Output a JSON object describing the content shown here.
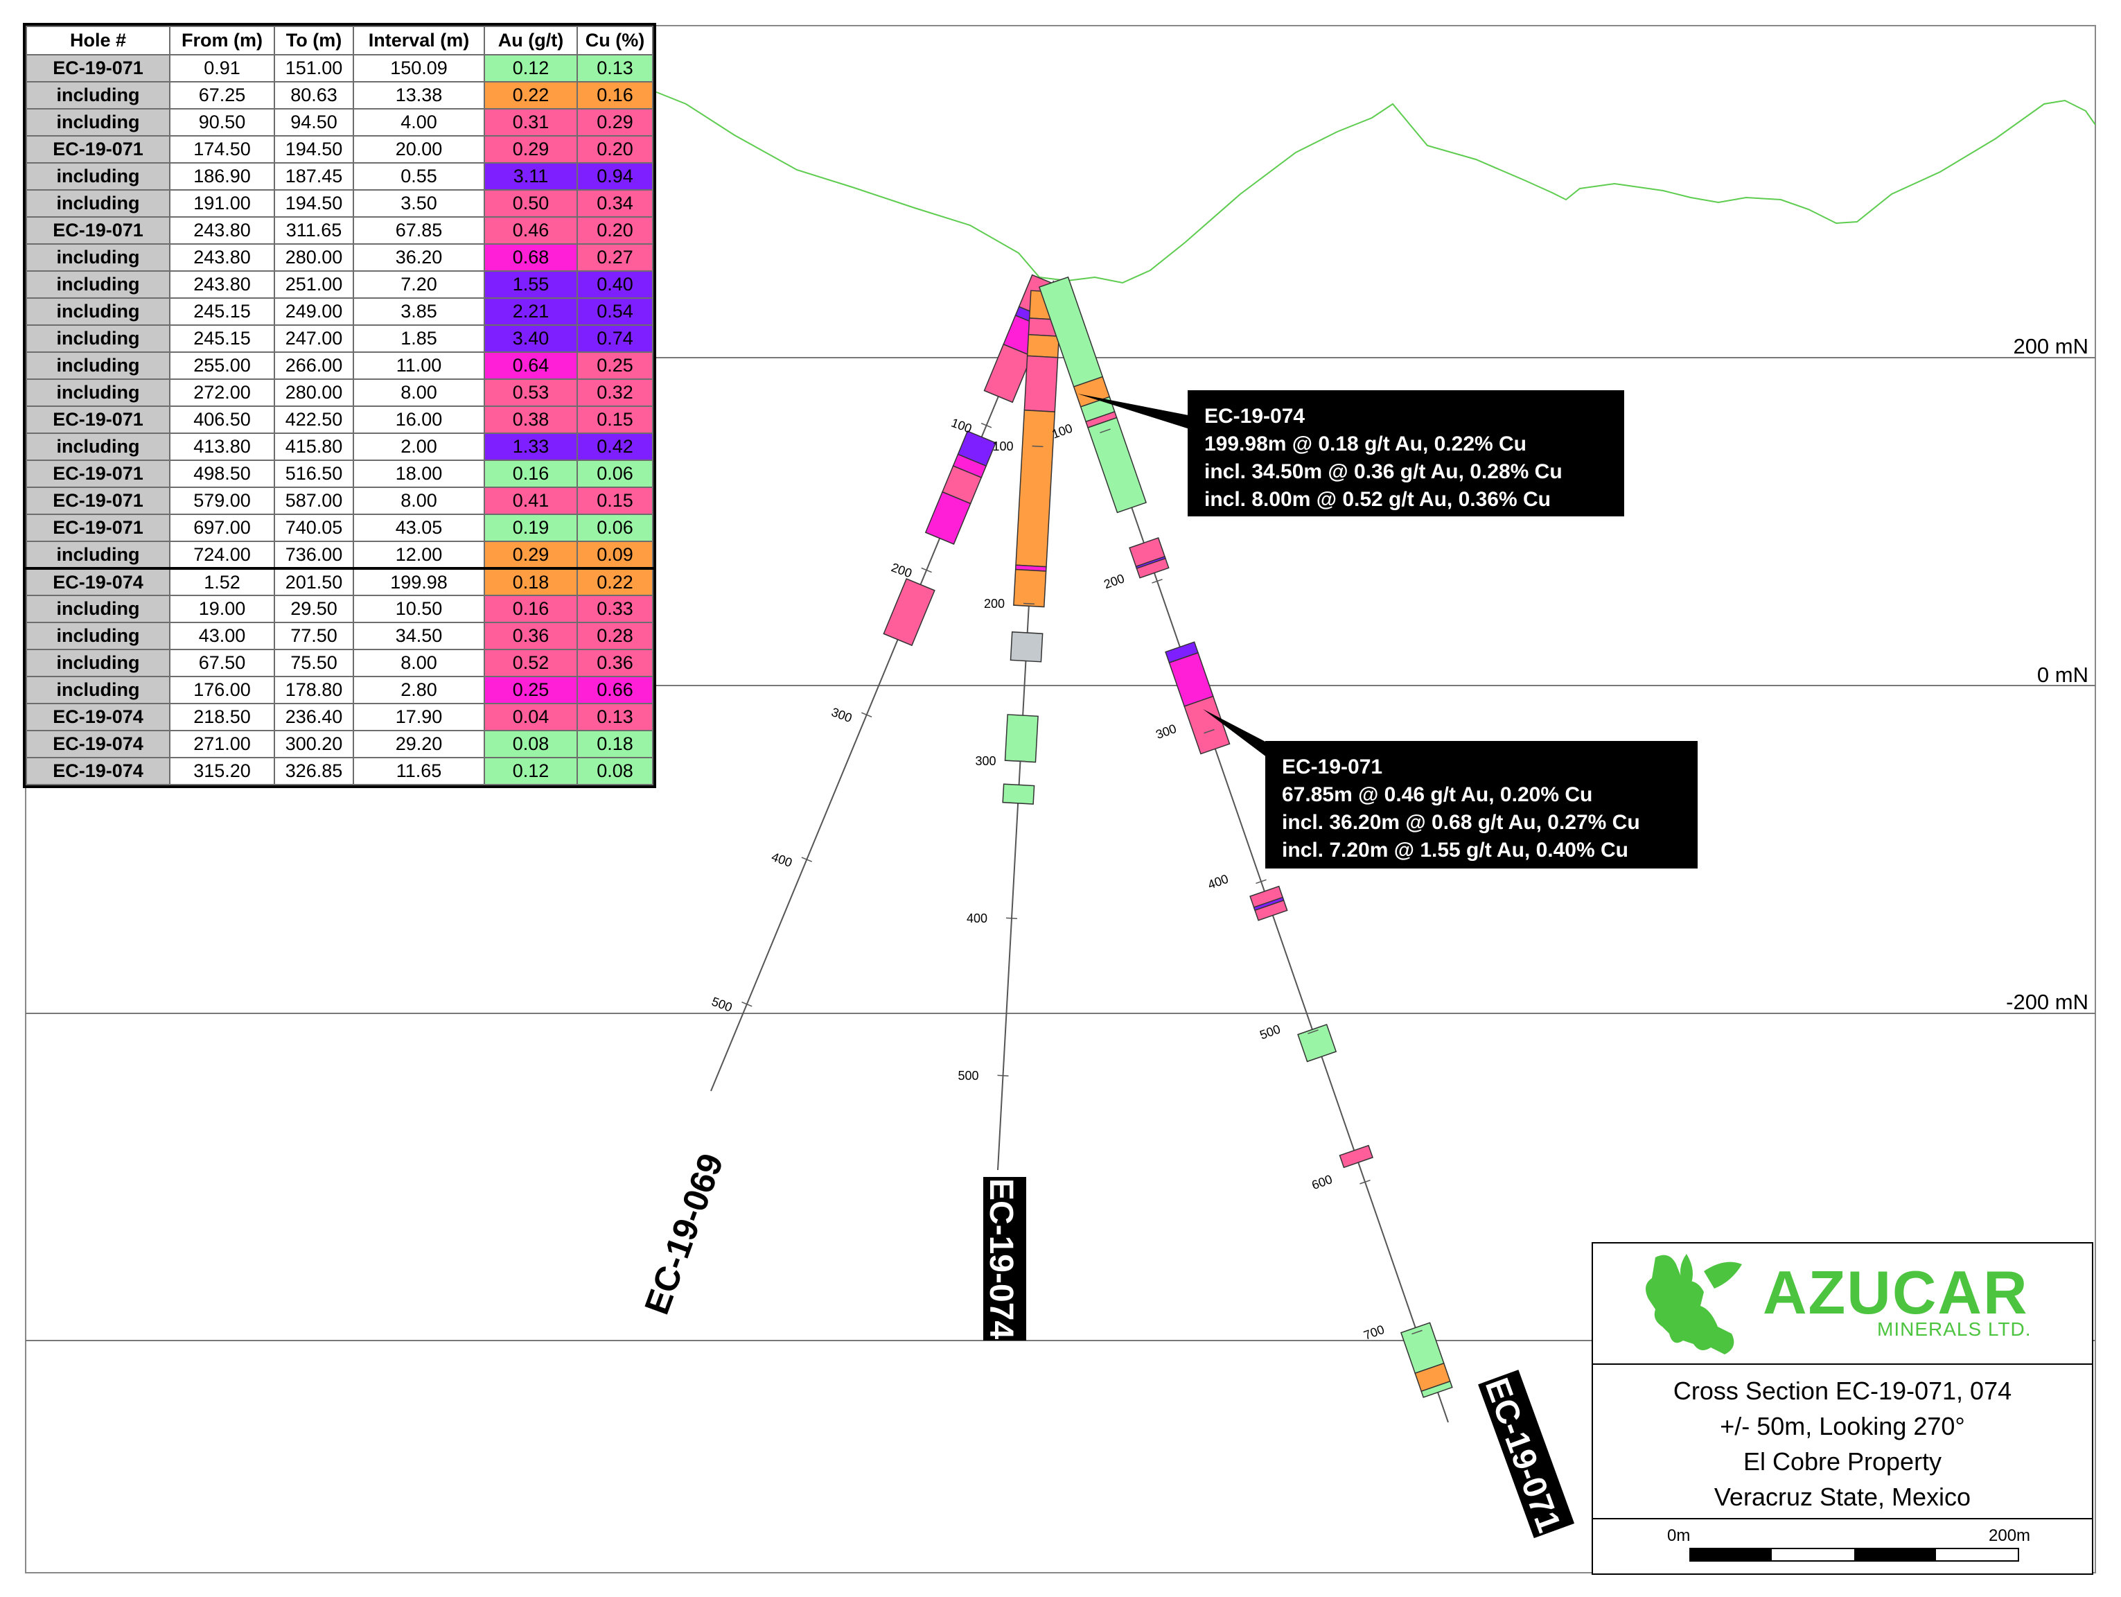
{
  "table": {
    "headers": [
      "Hole #",
      "From (m)",
      "To (m)",
      "Interval (m)",
      "Au (g/t)",
      "Cu (%)"
    ],
    "rows": [
      {
        "hole": "EC-19-071",
        "from": "0.91",
        "to": "151.00",
        "interval": "150.09",
        "au": "0.12",
        "cu": "0.13",
        "au_color": "#99f5a5",
        "cu_color": "#99f5a5"
      },
      {
        "hole": "including",
        "from": "67.25",
        "to": "80.63",
        "interval": "13.38",
        "au": "0.22",
        "cu": "0.16",
        "au_color": "#ff9d42",
        "cu_color": "#ff9d42"
      },
      {
        "hole": "including",
        "from": "90.50",
        "to": "94.50",
        "interval": "4.00",
        "au": "0.31",
        "cu": "0.29",
        "au_color": "#ff5e9a",
        "cu_color": "#ff5e9a"
      },
      {
        "hole": "EC-19-071",
        "from": "174.50",
        "to": "194.50",
        "interval": "20.00",
        "au": "0.29",
        "cu": "0.20",
        "au_color": "#ff5e9a",
        "cu_color": "#ff5e9a"
      },
      {
        "hole": "including",
        "from": "186.90",
        "to": "187.45",
        "interval": "0.55",
        "au": "3.11",
        "cu": "0.94",
        "au_color": "#7d1fff",
        "cu_color": "#7d1fff"
      },
      {
        "hole": "including",
        "from": "191.00",
        "to": "194.50",
        "interval": "3.50",
        "au": "0.50",
        "cu": "0.34",
        "au_color": "#ff5e9a",
        "cu_color": "#ff5e9a"
      },
      {
        "hole": "EC-19-071",
        "from": "243.80",
        "to": "311.65",
        "interval": "67.85",
        "au": "0.46",
        "cu": "0.20",
        "au_color": "#ff5e9a",
        "cu_color": "#ff5e9a"
      },
      {
        "hole": "including",
        "from": "243.80",
        "to": "280.00",
        "interval": "36.20",
        "au": "0.68",
        "cu": "0.27",
        "au_color": "#ff1fd6",
        "cu_color": "#ff5e9a"
      },
      {
        "hole": "including",
        "from": "243.80",
        "to": "251.00",
        "interval": "7.20",
        "au": "1.55",
        "cu": "0.40",
        "au_color": "#7d1fff",
        "cu_color": "#7d1fff"
      },
      {
        "hole": "including",
        "from": "245.15",
        "to": "249.00",
        "interval": "3.85",
        "au": "2.21",
        "cu": "0.54",
        "au_color": "#7d1fff",
        "cu_color": "#7d1fff"
      },
      {
        "hole": "including",
        "from": "245.15",
        "to": "247.00",
        "interval": "1.85",
        "au": "3.40",
        "cu": "0.74",
        "au_color": "#7d1fff",
        "cu_color": "#7d1fff"
      },
      {
        "hole": "including",
        "from": "255.00",
        "to": "266.00",
        "interval": "11.00",
        "au": "0.64",
        "cu": "0.25",
        "au_color": "#ff1fd6",
        "cu_color": "#ff5e9a"
      },
      {
        "hole": "including",
        "from": "272.00",
        "to": "280.00",
        "interval": "8.00",
        "au": "0.53",
        "cu": "0.32",
        "au_color": "#ff5e9a",
        "cu_color": "#ff5e9a"
      },
      {
        "hole": "EC-19-071",
        "from": "406.50",
        "to": "422.50",
        "interval": "16.00",
        "au": "0.38",
        "cu": "0.15",
        "au_color": "#ff5e9a",
        "cu_color": "#ff5e9a"
      },
      {
        "hole": "including",
        "from": "413.80",
        "to": "415.80",
        "interval": "2.00",
        "au": "1.33",
        "cu": "0.42",
        "au_color": "#7d1fff",
        "cu_color": "#7d1fff"
      },
      {
        "hole": "EC-19-071",
        "from": "498.50",
        "to": "516.50",
        "interval": "18.00",
        "au": "0.16",
        "cu": "0.06",
        "au_color": "#99f5a5",
        "cu_color": "#99f5a5"
      },
      {
        "hole": "EC-19-071",
        "from": "579.00",
        "to": "587.00",
        "interval": "8.00",
        "au": "0.41",
        "cu": "0.15",
        "au_color": "#ff5e9a",
        "cu_color": "#ff5e9a"
      },
      {
        "hole": "EC-19-071",
        "from": "697.00",
        "to": "740.05",
        "interval": "43.05",
        "au": "0.19",
        "cu": "0.06",
        "au_color": "#99f5a5",
        "cu_color": "#99f5a5"
      },
      {
        "hole": "including",
        "from": "724.00",
        "to": "736.00",
        "interval": "12.00",
        "au": "0.29",
        "cu": "0.09",
        "au_color": "#ff9d42",
        "cu_color": "#ff9d42"
      },
      {
        "hole": "EC-19-074",
        "from": "1.52",
        "to": "201.50",
        "interval": "199.98",
        "au": "0.18",
        "cu": "0.22",
        "au_color": "#ff9d42",
        "cu_color": "#ff9d42",
        "group_break": true
      },
      {
        "hole": "including",
        "from": "19.00",
        "to": "29.50",
        "interval": "10.50",
        "au": "0.16",
        "cu": "0.33",
        "au_color": "#ff5e9a",
        "cu_color": "#ff5e9a"
      },
      {
        "hole": "including",
        "from": "43.00",
        "to": "77.50",
        "interval": "34.50",
        "au": "0.36",
        "cu": "0.28",
        "au_color": "#ff5e9a",
        "cu_color": "#ff5e9a"
      },
      {
        "hole": "including",
        "from": "67.50",
        "to": "75.50",
        "interval": "8.00",
        "au": "0.52",
        "cu": "0.36",
        "au_color": "#ff5e9a",
        "cu_color": "#ff5e9a"
      },
      {
        "hole": "including",
        "from": "176.00",
        "to": "178.80",
        "interval": "2.80",
        "au": "0.25",
        "cu": "0.66",
        "au_color": "#ff1fd6",
        "cu_color": "#ff1fd6"
      },
      {
        "hole": "EC-19-074",
        "from": "218.50",
        "to": "236.40",
        "interval": "17.90",
        "au": "0.04",
        "cu": "0.13",
        "au_color": "#ff5e9a",
        "cu_color": "#ff5e9a"
      },
      {
        "hole": "EC-19-074",
        "from": "271.00",
        "to": "300.20",
        "interval": "29.20",
        "au": "0.08",
        "cu": "0.18",
        "au_color": "#99f5a5",
        "cu_color": "#99f5a5"
      },
      {
        "hole": "EC-19-074",
        "from": "315.20",
        "to": "326.85",
        "interval": "11.65",
        "au": "0.12",
        "cu": "0.08",
        "au_color": "#99f5a5",
        "cu_color": "#99f5a5"
      }
    ]
  },
  "elevation_labels": [
    "200 mN",
    "0 mN",
    "-200 mN"
  ],
  "holes": {
    "ec069": {
      "name": "EC-19-069",
      "depth_ticks": [
        "100",
        "200",
        "300",
        "400",
        "500"
      ],
      "intervals": [
        {
          "from": 0,
          "to": 22,
          "color": "#ff5e9a"
        },
        {
          "from": 22,
          "to": 28,
          "color": "#7d1fff"
        },
        {
          "from": 28,
          "to": 48,
          "color": "#ff1fd6"
        },
        {
          "from": 48,
          "to": 80,
          "color": "#ff5e9a"
        },
        {
          "from": 108,
          "to": 124,
          "color": "#7d1fff"
        },
        {
          "from": 124,
          "to": 132,
          "color": "#ff1fd6"
        },
        {
          "from": 132,
          "to": 150,
          "color": "#ff5e9a"
        },
        {
          "from": 150,
          "to": 178,
          "color": "#ff1fd6"
        },
        {
          "from": 210,
          "to": 248,
          "color": "#ff5e9a"
        }
      ]
    },
    "ec074": {
      "name": "EC-19-074",
      "depth_ticks": [
        "100",
        "200",
        "300",
        "400",
        "500"
      ],
      "intervals": [
        {
          "from": 1.52,
          "to": 19,
          "color": "#ff9d42"
        },
        {
          "from": 19,
          "to": 29.5,
          "color": "#ff5e9a"
        },
        {
          "from": 29.5,
          "to": 43,
          "color": "#ff9d42"
        },
        {
          "from": 43,
          "to": 77.5,
          "color": "#ff5e9a"
        },
        {
          "from": 77.5,
          "to": 176,
          "color": "#ff9d42"
        },
        {
          "from": 176,
          "to": 178.8,
          "color": "#ff1fd6"
        },
        {
          "from": 178.8,
          "to": 201.5,
          "color": "#ff9d42"
        },
        {
          "from": 218.5,
          "to": 236.4,
          "color": "#c3c9cc"
        },
        {
          "from": 271,
          "to": 300.2,
          "color": "#99f5a5"
        },
        {
          "from": 315.2,
          "to": 326.85,
          "color": "#99f5a5"
        }
      ]
    },
    "ec071": {
      "name": "EC-19-071",
      "depth_ticks": [
        "100",
        "200",
        "300",
        "400",
        "500",
        "600",
        "700"
      ],
      "intervals": [
        {
          "from": 0.91,
          "to": 67.25,
          "color": "#99f5a5"
        },
        {
          "from": 67.25,
          "to": 80.63,
          "color": "#ff9d42"
        },
        {
          "from": 80.63,
          "to": 90.5,
          "color": "#99f5a5"
        },
        {
          "from": 90.5,
          "to": 94.5,
          "color": "#ff5e9a"
        },
        {
          "from": 94.5,
          "to": 151,
          "color": "#99f5a5"
        },
        {
          "from": 174.5,
          "to": 194.5,
          "color": "#ff5e9a"
        },
        {
          "from": 186.9,
          "to": 187.9,
          "color": "#7d1fff"
        },
        {
          "from": 243.8,
          "to": 251,
          "color": "#7d1fff"
        },
        {
          "from": 251,
          "to": 280,
          "color": "#ff1fd6"
        },
        {
          "from": 280,
          "to": 311.65,
          "color": "#ff5e9a"
        },
        {
          "from": 406.5,
          "to": 422.5,
          "color": "#ff5e9a"
        },
        {
          "from": 413.8,
          "to": 415.8,
          "color": "#7d1fff"
        },
        {
          "from": 498.5,
          "to": 516.5,
          "color": "#99f5a5"
        },
        {
          "from": 579,
          "to": 587,
          "color": "#ff5e9a"
        },
        {
          "from": 697,
          "to": 724,
          "color": "#99f5a5"
        },
        {
          "from": 724,
          "to": 736,
          "color": "#ff9d42"
        },
        {
          "from": 736,
          "to": 740.05,
          "color": "#99f5a5"
        }
      ]
    }
  },
  "callouts": {
    "ec074": {
      "title": "EC-19-074",
      "line1": "199.98m @ 0.18 g/t Au, 0.22% Cu",
      "line2": "incl. 34.50m @ 0.36 g/t Au, 0.28% Cu",
      "line3": "incl. 8.00m @ 0.52 g/t Au, 0.36% Cu"
    },
    "ec071": {
      "title": "EC-19-071",
      "line1": "67.85m @ 0.46 g/t Au, 0.20% Cu",
      "line2": "incl. 36.20m @ 0.68 g/t Au, 0.27% Cu",
      "line3": "incl. 7.20m @ 1.55 g/t Au, 0.40% Cu"
    }
  },
  "title_block": {
    "logo_name": "AZUCAR",
    "logo_sub": "MINERALS LTD.",
    "line1": "Cross Section EC-19-071, 074",
    "line2": "+/- 50m, Looking 270°",
    "line3": "El Cobre Property",
    "line4": "Veracruz State, Mexico",
    "scale_start": "0m",
    "scale_end": "200m"
  },
  "colors": {
    "topography": "#5dcc4f",
    "logo_green": "#4dc43f",
    "callout_bg": "#000000",
    "hole_label_box": "#000000"
  }
}
